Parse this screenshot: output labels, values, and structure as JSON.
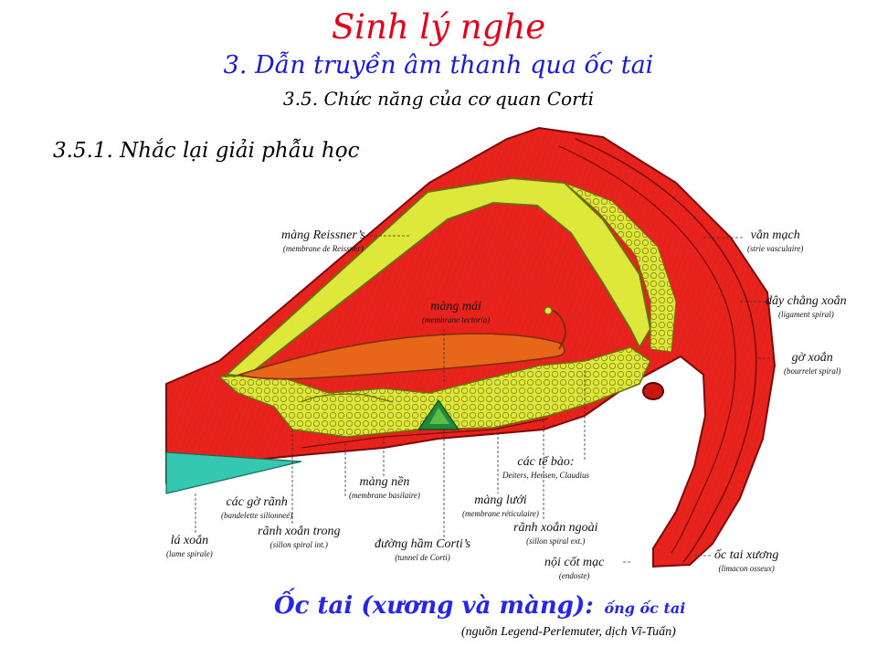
{
  "slide": {
    "title": "Sinh lý nghe",
    "subtitle": "3. Dẫn truyền âm thanh qua ốc tai",
    "section": "3.5. Chức năng của cơ quan Corti",
    "subsection": "3.5.1. Nhắc lại giải phẫu học"
  },
  "colors": {
    "title": "#e0001b",
    "subtitle": "#1a1ad6",
    "bone_red": "#e8231e",
    "membrane_yellow": "#dde83a",
    "tectorial_orange": "#e8661a",
    "lamina_teal": "#36c7b0",
    "corti_green": "#1e8a3a"
  },
  "labels": {
    "reissner": {
      "vn": "màng Reissner’s",
      "fr": "(membrane de Reissner)"
    },
    "van_mach": {
      "vn": "vằn mạch",
      "fr": "(strie vasculaire)"
    },
    "day_chang_xoan": {
      "vn": "dây chằng xoắn",
      "fr": "(ligament spiral)"
    },
    "go_xoan": {
      "vn": "gờ xoắn",
      "fr": "(bourrelet spiral)"
    },
    "mang_mai": {
      "vn": "màng mái",
      "fr": "(membrane tectoria)"
    },
    "cac_te_bao": {
      "vn": "các tế bào:",
      "fr": "Deiters, Hensen, Claudius"
    },
    "mang_nen": {
      "vn": "màng nền",
      "fr": "(membrane basilaire)"
    },
    "cac_go_ranh": {
      "vn": "các gờ rãnh",
      "fr": "(bandelette sillonneé)"
    },
    "mang_luoi": {
      "vn": "màng lưới",
      "fr": "(membrane réticulaire)"
    },
    "ranh_xoan_trong": {
      "vn": "rãnh xoắn trong",
      "fr": "(sillon spiral int.)"
    },
    "ranh_xoan_ngoai": {
      "vn": "rãnh xoắn ngoài",
      "fr": "(sillon spiral ext.)"
    },
    "la_xoan": {
      "vn": "lá xoắn",
      "fr": "(lame spirale)"
    },
    "duong_ham_corti": {
      "vn": "đường hầm Corti’s",
      "fr": "(tunnel de Corti)"
    },
    "noi_cot_mac": {
      "vn": "nội cốt mạc",
      "fr": "(endoste)"
    },
    "oc_tai_xuong": {
      "vn": "ốc tai xương",
      "fr": "(limacon osseux)"
    }
  },
  "caption": {
    "main": "Ốc tai (xương và màng):",
    "sub": "ống ốc tai",
    "source": "(nguồn Legend-Perlemuter, dịch Vĩ-Tuấn)"
  }
}
